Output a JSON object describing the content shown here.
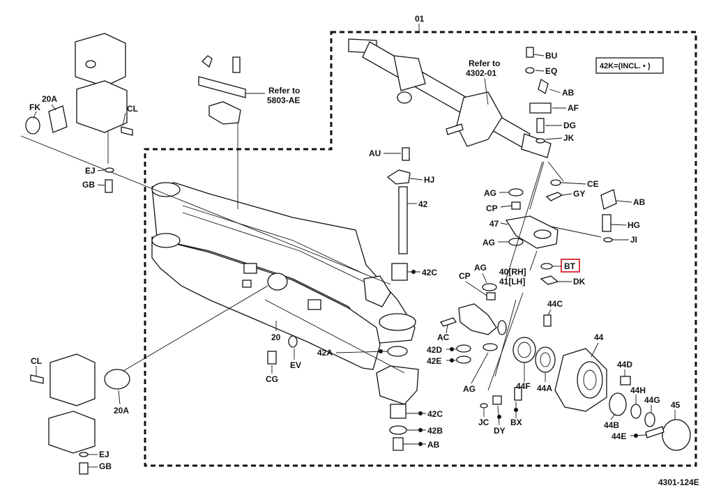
{
  "assembly_number": "01",
  "drawing_number": "4301-124E",
  "kit_note": "42K=(INCL. • )",
  "refs": {
    "steering_cylinder": "Refer to\n4302-01",
    "bracket": "Refer to\n5803-AE"
  },
  "highlighted_part": "BT",
  "labels": {
    "p01": "01",
    "BU": "BU",
    "EQ": "EQ",
    "AB_top": "AB",
    "AF": "AF",
    "DG": "DG",
    "JK": "JK",
    "CE": "CE",
    "GY": "GY",
    "AB_right": "AB",
    "HG": "HG",
    "JI": "JI",
    "BT": "BT",
    "DK": "DK",
    "AU": "AU",
    "HJ": "HJ",
    "p42": "42",
    "AG1": "AG",
    "CP1": "CP",
    "p47": "47",
    "AG2": "AG",
    "AG3": "AG",
    "p40": "40[RH]",
    "p41": "41[LH]",
    "CP2": "CP",
    "p42C_top": "42C",
    "AC": "AC",
    "p42D": "42D",
    "p42E": "42E",
    "AG4": "AG",
    "p42A": "42A",
    "p20": "20",
    "EV": "EV",
    "CG": "CG",
    "p44C": "44C",
    "p44": "44",
    "p44D": "44D",
    "p44F": "44F",
    "p44A": "44A",
    "p44H": "44H",
    "p44G": "44G",
    "p45": "45",
    "p44B": "44B",
    "p44E": "44E",
    "JC": "JC",
    "DY": "DY",
    "BX": "BX",
    "p42C_bot": "42C",
    "p42B": "42B",
    "AB_bot": "AB",
    "p20A_top": "20A",
    "FK": "FK",
    "CL_top": "CL",
    "EJ_top": "EJ",
    "GB_top": "GB",
    "CL_bot": "CL",
    "p20A_bot": "20A",
    "EJ_bot": "EJ",
    "GB_bot": "GB"
  }
}
